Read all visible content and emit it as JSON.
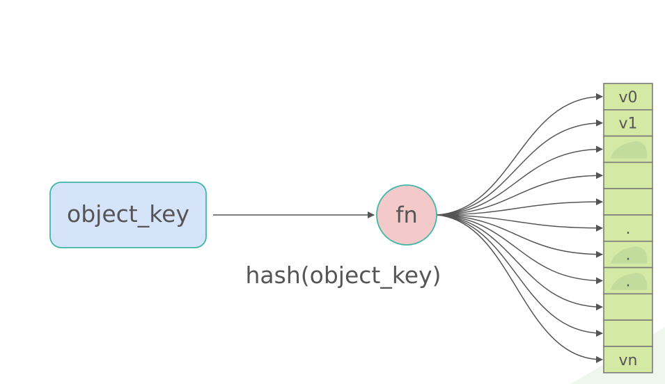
{
  "diagram": {
    "key_box": {
      "label": "object_key"
    },
    "function_node": {
      "label": "fn"
    },
    "hash_caption": "hash(object_key)",
    "buckets": [
      {
        "label": "v0",
        "smudge": false
      },
      {
        "label": "v1",
        "smudge": false
      },
      {
        "label": "",
        "smudge": true
      },
      {
        "label": "",
        "smudge": false
      },
      {
        "label": "",
        "smudge": false
      },
      {
        "label": ".",
        "smudge": false
      },
      {
        "label": ".",
        "smudge": true
      },
      {
        "label": ".",
        "smudge": true
      },
      {
        "label": "",
        "smudge": false
      },
      {
        "label": "",
        "smudge": false
      },
      {
        "label": "vn",
        "smudge": false
      }
    ],
    "colors": {
      "key_fill": "#d6e4fa",
      "key_stroke": "#3fb7a8",
      "fn_fill": "#f4c9c9",
      "fn_stroke": "#3fb7a8",
      "bucket_fill": "#d4e9a4",
      "bucket_stroke": "#7a7a7a",
      "arrow": "#555555",
      "text": "#555555",
      "smudge": "#b9d69a"
    }
  }
}
